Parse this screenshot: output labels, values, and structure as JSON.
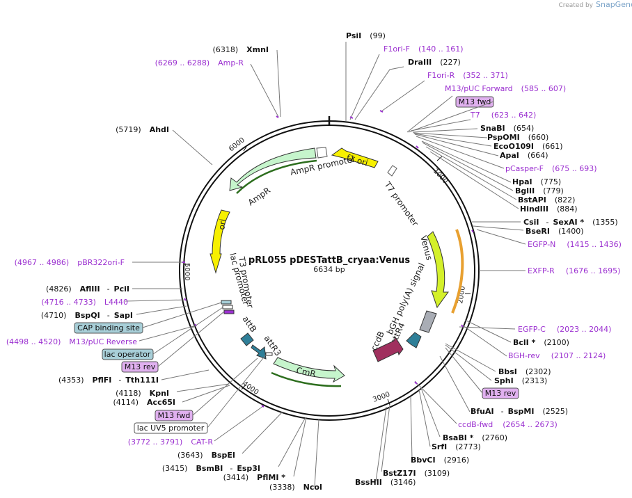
{
  "branding": {
    "created_by": "Created by",
    "app": "SnapGene"
  },
  "map": {
    "title": "pRL055 pDESTattB_cryaa:Venus",
    "length_label": "6634 bp",
    "total_bp": 6634
  },
  "ticks": [
    "1000",
    "2000",
    "3000",
    "4000",
    "5000",
    "6000"
  ],
  "sites": [
    {
      "id": "psi",
      "pos": "(99)",
      "name": "PsiI",
      "kind": "enzyme",
      "side": "R"
    },
    {
      "id": "f1orif",
      "pos": "(140 .. 161)",
      "name": "F1ori-F",
      "kind": "primer",
      "side": "R"
    },
    {
      "id": "draiii",
      "pos": "(227)",
      "name": "DraIII",
      "kind": "enzyme",
      "side": "R"
    },
    {
      "id": "f1orir",
      "pos": "(352 .. 371)",
      "name": "F1ori-R",
      "kind": "primer",
      "side": "R"
    },
    {
      "id": "m13puc",
      "pos": "(585 .. 607)",
      "name": "M13/pUC Forward",
      "kind": "primer",
      "side": "R"
    },
    {
      "id": "t7",
      "pos": "(623 .. 642)",
      "name": "T7",
      "kind": "primer",
      "side": "R"
    },
    {
      "id": "snabi",
      "pos": "(654)",
      "name": "SnaBI",
      "kind": "enzyme",
      "side": "R"
    },
    {
      "id": "pspomi",
      "pos": "(660)",
      "name": "PspOMI",
      "kind": "enzyme",
      "side": "R"
    },
    {
      "id": "eco",
      "pos": "(661)",
      "name": "EcoO109I",
      "kind": "enzyme",
      "side": "R"
    },
    {
      "id": "apai",
      "pos": "(664)",
      "name": "ApaI",
      "kind": "enzyme",
      "side": "R"
    },
    {
      "id": "pcasper",
      "pos": "(675 .. 693)",
      "name": "pCasper-F",
      "kind": "primer",
      "side": "R"
    },
    {
      "id": "hpai",
      "pos": "(775)",
      "name": "HpaI",
      "kind": "enzyme",
      "side": "R"
    },
    {
      "id": "bglii",
      "pos": "(779)",
      "name": "BglII",
      "kind": "enzyme",
      "side": "R"
    },
    {
      "id": "bstapi",
      "pos": "(822)",
      "name": "BstAPI",
      "kind": "enzyme",
      "side": "R"
    },
    {
      "id": "hindiii",
      "pos": "(884)",
      "name": "HindIII",
      "kind": "enzyme",
      "side": "R"
    },
    {
      "id": "csii",
      "pos": "(1355)",
      "name": "CsiI",
      "name2": "SexAI *",
      "kind": "enzyme",
      "side": "R"
    },
    {
      "id": "bseri",
      "pos": "(1400)",
      "name": "BseRI",
      "kind": "enzyme",
      "side": "R"
    },
    {
      "id": "egfpn",
      "pos": "(1415 .. 1436)",
      "name": "EGFP-N",
      "kind": "primer",
      "side": "R"
    },
    {
      "id": "exfpr",
      "pos": "(1676 .. 1695)",
      "name": "EXFP-R",
      "kind": "primer",
      "side": "R"
    },
    {
      "id": "egfpc",
      "pos": "(2023 .. 2044)",
      "name": "EGFP-C",
      "kind": "primer",
      "side": "R"
    },
    {
      "id": "bcli",
      "pos": "(2100)",
      "name": "BclI *",
      "kind": "enzyme",
      "side": "R"
    },
    {
      "id": "bghrev",
      "pos": "(2107 .. 2124)",
      "name": "BGH-rev",
      "kind": "primer",
      "side": "R"
    },
    {
      "id": "bbsi",
      "pos": "(2302)",
      "name": "BbsI",
      "kind": "enzyme",
      "side": "R"
    },
    {
      "id": "sphi",
      "pos": "(2313)",
      "name": "SphI",
      "kind": "enzyme",
      "side": "R"
    },
    {
      "id": "bfuai",
      "pos": "(2525)",
      "name": "BfuAI",
      "name2": "BspMI",
      "kind": "enzyme",
      "side": "R"
    },
    {
      "id": "ccdbfwd",
      "pos": "(2654 .. 2673)",
      "name": "ccdB-fwd",
      "kind": "primer",
      "side": "R"
    },
    {
      "id": "bsabi",
      "pos": "(2760)",
      "name": "BsaBI *",
      "kind": "enzyme",
      "side": "R"
    },
    {
      "id": "srfi",
      "pos": "(2773)",
      "name": "SrfI",
      "kind": "enzyme",
      "side": "R"
    },
    {
      "id": "bbvci",
      "pos": "(2916)",
      "name": "BbvCI",
      "kind": "enzyme",
      "side": "R"
    },
    {
      "id": "bstz",
      "pos": "(3109)",
      "name": "BstZ17I",
      "kind": "enzyme",
      "side": "R"
    },
    {
      "id": "bsshii",
      "pos": "(3146)",
      "name": "BssHII",
      "kind": "enzyme",
      "side": "R"
    },
    {
      "id": "ncoi",
      "pos": "(3338)",
      "name": "NcoI",
      "kind": "enzyme",
      "side": "L"
    },
    {
      "id": "pflmi",
      "pos": "(3414)",
      "name": "PflMI *",
      "kind": "enzyme",
      "side": "L"
    },
    {
      "id": "bsmbi",
      "pos": "(3415)",
      "name": "BsmBI",
      "name2": "Esp3I",
      "kind": "enzyme",
      "side": "L"
    },
    {
      "id": "bspei",
      "pos": "(3643)",
      "name": "BspEI",
      "kind": "enzyme",
      "side": "L"
    },
    {
      "id": "catr",
      "pos": "(3772 .. 3791)",
      "name": "CAT-R",
      "kind": "primer",
      "side": "L"
    },
    {
      "id": "acc65i",
      "pos": "(4114)",
      "name": "Acc65I",
      "kind": "enzyme",
      "side": "L"
    },
    {
      "id": "kpni",
      "pos": "(4118)",
      "name": "KpnI",
      "kind": "enzyme",
      "side": "L"
    },
    {
      "id": "pflfi",
      "pos": "(4353)",
      "name": "PflFI",
      "name2": "Tth111I",
      "kind": "enzyme",
      "side": "L"
    },
    {
      "id": "m13puc2",
      "pos": "(4498 .. 4520)",
      "name": "M13/pUC Reverse",
      "kind": "primer",
      "side": "L"
    },
    {
      "id": "bspqi",
      "pos": "(4710)",
      "name": "BspQI",
      "name2": "SapI",
      "kind": "enzyme",
      "side": "L"
    },
    {
      "id": "l4440",
      "pos": "(4716 .. 4733)",
      "name": "L4440",
      "kind": "primer",
      "side": "L"
    },
    {
      "id": "afliii",
      "pos": "(4826)",
      "name": "AflIII",
      "name2": "PciI",
      "kind": "enzyme",
      "side": "L"
    },
    {
      "id": "pbr",
      "pos": "(4967 .. 4986)",
      "name": "pBR322ori-F",
      "kind": "primer",
      "side": "L"
    },
    {
      "id": "ahdi",
      "pos": "(5719)",
      "name": "AhdI",
      "kind": "enzyme",
      "side": "L"
    },
    {
      "id": "ampr",
      "pos": "(6269 .. 6288)",
      "name": "Amp-R",
      "kind": "primer",
      "side": "L"
    },
    {
      "id": "xmni",
      "pos": "(6318)",
      "name": "XmnI",
      "kind": "enzyme",
      "side": "L"
    }
  ],
  "boxes": [
    {
      "id": "m13fwd1",
      "text": "M13 fwd",
      "style": "purple"
    },
    {
      "id": "m13rev1",
      "text": "M13 rev",
      "style": "purple"
    },
    {
      "id": "capbind",
      "text": "CAP binding site",
      "style": "teal"
    },
    {
      "id": "lacop",
      "text": "lac operator",
      "style": "teal"
    },
    {
      "id": "m13rev2",
      "text": "M13 rev",
      "style": "purple"
    },
    {
      "id": "m13fwd2",
      "text": "M13 fwd",
      "style": "purple"
    },
    {
      "id": "lacuv5",
      "text": "lac UV5 promoter",
      "style": "white"
    }
  ],
  "features": {
    "f1ori": "f1 ori",
    "ampr_promoter": "AmpR promoter",
    "ampr": "AmpR",
    "t7_promoter": "T7 promoter",
    "ori": "ori",
    "t3_promoter": "T3 promoter",
    "lac_promoter": "lac promoter",
    "venus": "Venus",
    "bgh": "bGH poly(A) signal",
    "attr4": "attR4",
    "ccdb": "ccdB",
    "attb": "attB",
    "attr3": "attR3",
    "cmr": "CmR"
  },
  "colors": {
    "enzyme": "#111111",
    "primer": "#9b30d0",
    "purple_box": "#e0b0ef",
    "teal_box": "#a8cfd8",
    "ampr": "#c6f5cc",
    "ori": "#f7f000",
    "venus": "#d4f02a",
    "cmr": "#c6f5cc",
    "bgh": "#a9adb5",
    "attr": "#2f7f98",
    "ccdb": "#a0305e"
  }
}
